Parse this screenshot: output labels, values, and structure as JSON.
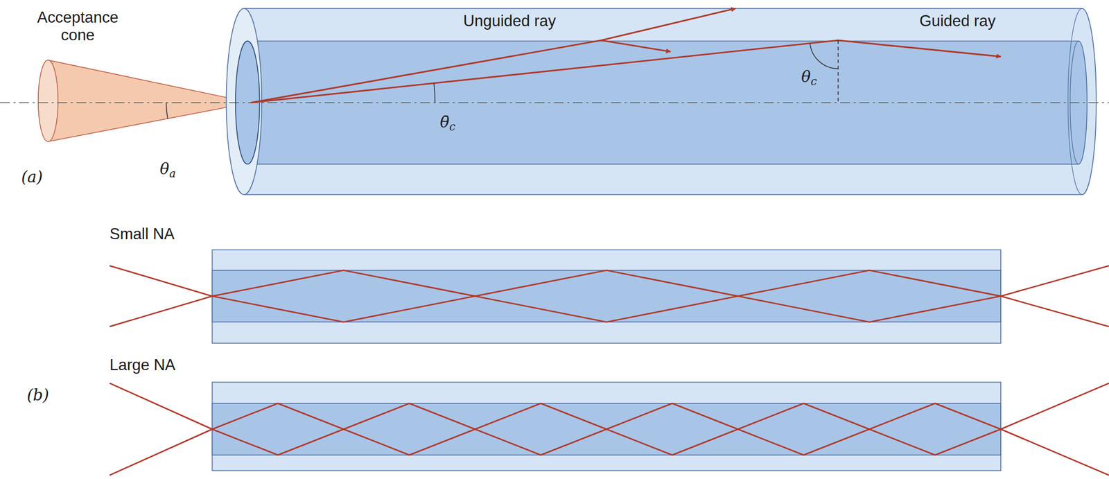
{
  "diagram": {
    "labels": [
      "Acceptance cone",
      "Unguided ray",
      "Guided ray",
      "θa",
      "θ̄c",
      "θc",
      "(a)",
      "Small NA",
      "(b)",
      "Large NA"
    ]
  }
}
